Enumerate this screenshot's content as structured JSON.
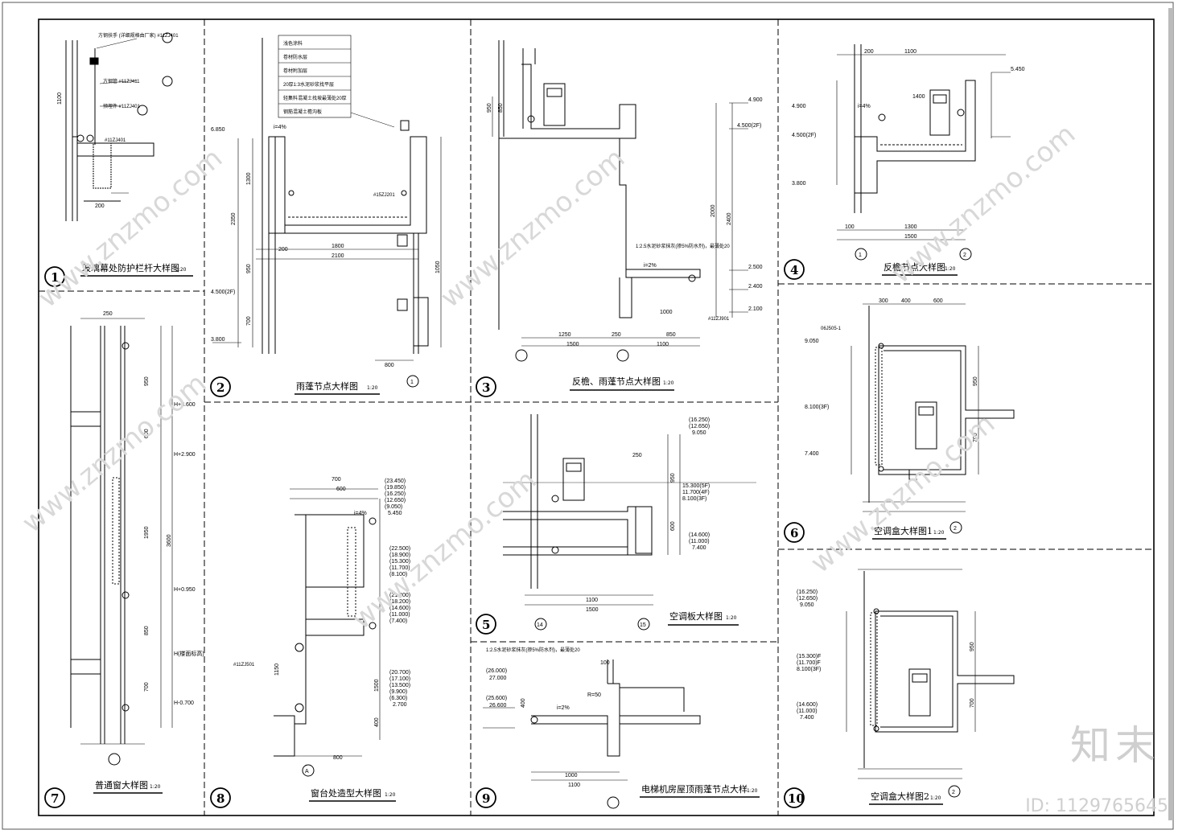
{
  "sheet": {
    "details": [
      {
        "number": "1",
        "title": "玻璃幕处防护栏杆大样图",
        "scale": "1:20"
      },
      {
        "number": "2",
        "title": "雨蓬节点大样图",
        "scale": "1:20"
      },
      {
        "number": "3",
        "title": "反檐、雨蓬节点大样图",
        "scale": "1:20"
      },
      {
        "number": "4",
        "title": "反檐节点大样图",
        "scale": "1:20"
      },
      {
        "number": "5",
        "title": "空调板大样图",
        "scale": "1:20"
      },
      {
        "number": "6",
        "title": "空调盒大样图1",
        "scale": "1:20"
      },
      {
        "number": "7",
        "title": "普通窗大样图",
        "scale": "1:20"
      },
      {
        "number": "8",
        "title": "窗台处造型大样图",
        "scale": "1:20"
      },
      {
        "number": "9",
        "title": "电梯机房屋顶雨蓬节点大样",
        "scale": "1:20"
      },
      {
        "number": "10",
        "title": "空调盒大样图2",
        "scale": "1:20"
      }
    ],
    "d2_layers": [
      "浅色涂料",
      "卷材防水层",
      "卷材附加层",
      "20厚1:3水泥砂浆找平层",
      "轻集料混凝土找坡最薄处20厚",
      "钢筋混凝土檐沟板"
    ],
    "d2_dims": [
      "6.850",
      "2350",
      "1300",
      "1800",
      "2100",
      "950",
      "700",
      "4.500(2F)",
      "3.800",
      "1050",
      "800",
      "200",
      "i=4%"
    ],
    "d3_dims": [
      "4.900",
      "4.500(2F)",
      "2000",
      "2400",
      "2.500",
      "2.400",
      "2.100",
      "1250",
      "250",
      "850",
      "1500",
      "1100",
      "1000",
      "950",
      "850",
      "i=2%"
    ],
    "d3_note": "1:2.5水泥砂浆抹灰(掺5%防水剂)，最薄处20",
    "d4_dims": [
      "5.450",
      "4.900",
      "4.500(2F)",
      "3.800",
      "1100",
      "1300",
      "1400",
      "1500",
      "200",
      "100",
      "i=4%"
    ],
    "d5_dims": [
      "(16.250)",
      "(12.650)",
      "9.050",
      "15.300(5F)",
      "11.700(4F)",
      "8.100(3F)",
      "(14.600)",
      "(11.000)",
      "7.400",
      "1100",
      "1500",
      "950",
      "600",
      "250"
    ],
    "d6_dims": [
      "9.050",
      "8.100(3F)",
      "7.400",
      "300",
      "400",
      "600",
      "950",
      "700"
    ],
    "d7_dims": [
      "H+3.600",
      "H+2.900",
      "H+0.950",
      "H(楼面标高)",
      "H-0.700",
      "250",
      "3600",
      "1950",
      "950",
      "850",
      "600",
      "700"
    ],
    "d8_dims": [
      "(23.450)",
      "(19.850)",
      "(16.250)",
      "(12.650)",
      "(9.050)",
      "5.450",
      "(22.500)",
      "(18.900)",
      "(15.300)",
      "(11.700)",
      "(8.100)",
      "(21.800)",
      "(18.200)",
      "(14.600)",
      "(11.000)",
      "(7.400)",
      "(20.700)",
      "(17.100)",
      "(13.500)",
      "(9.900)",
      "(6.300)",
      "2.700",
      "700",
      "600",
      "800",
      "i=4%",
      "1500",
      "1150",
      "400"
    ],
    "d9_dims": [
      "(26.000)",
      "27.000",
      "(25.600)",
      "26.600",
      "R=50",
      "1000",
      "1100",
      "i=2%",
      "100",
      "400"
    ],
    "d9_note": "1:2.5水泥砂浆抹灰(掺5%防水剂)，最薄处20",
    "d10_dims": [
      "(16.250)",
      "(12.650)",
      "9.050",
      "(15.300)F",
      "(11.700)F",
      "8.100(3F)",
      "(14.600)",
      "(11.000)",
      "7.400",
      "950",
      "700"
    ],
    "refs": [
      "#11ZJ401",
      "#15ZJ201",
      "#11ZJ901",
      "06J505-1",
      "#11ZJ501"
    ],
    "axes": [
      "1",
      "2",
      "14",
      "15",
      "A"
    ],
    "watermark": "www.znzmo.com",
    "brand": "知末",
    "brand_id": "ID: 1129765645"
  }
}
